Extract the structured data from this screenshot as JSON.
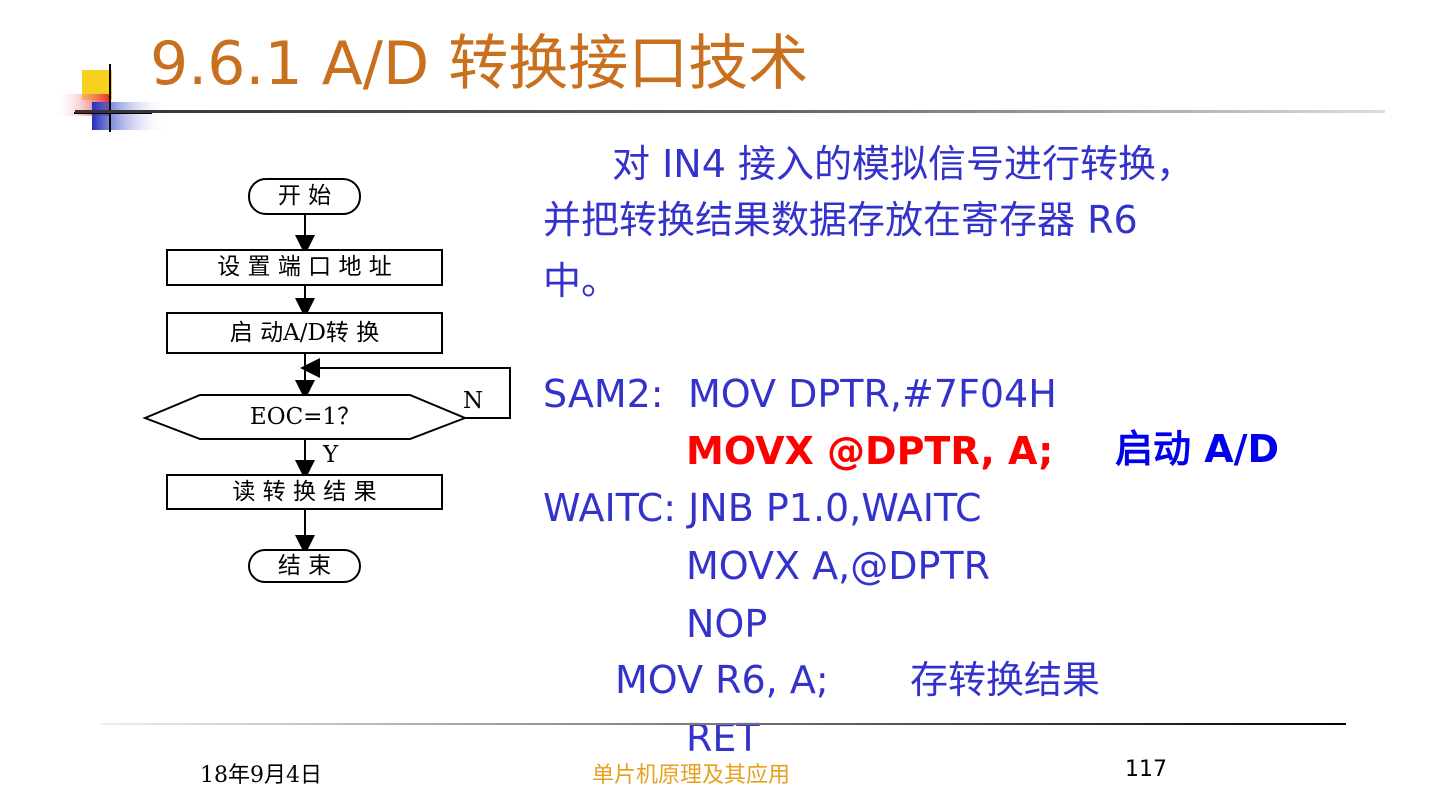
{
  "slide": {
    "title": "9.6.1  A/D 转换接口技术",
    "colors": {
      "title": "#c8701e",
      "body": "#3333cc",
      "highlight_red": "#ff0000",
      "highlight_blue": "#0000ee",
      "footer_center": "#e8a020"
    }
  },
  "flowchart": {
    "start": "开 始",
    "step1": "设 置 端 口 地 址",
    "step2": "启 动A/D转 换",
    "decision": "EOC=1？",
    "no_label": "N",
    "yes_label": "Y",
    "step3": "读 转 换 结 果",
    "end": "结 束"
  },
  "description": {
    "line1": "对 IN4 接入的模拟信号进行转换，",
    "line2": "并把转换结果数据存放在寄存器 R6",
    "line3": "中。"
  },
  "code": {
    "l1_label": "SAM2:",
    "l1_instr": "MOV DPTR,#7F04H",
    "l2_instr": "MOVX @DPTR, A;",
    "l2_comment": "启动 A/D",
    "l3": "WAITC: JNB P1.0,WAITC",
    "l4": "MOVX A,@DPTR",
    "l5": "NOP",
    "l6_instr": "MOV R6, A;",
    "l6_comment": "存转换结果",
    "l7": "RET"
  },
  "footer": {
    "date": "18年9月4日",
    "center": "单片机原理及其应用",
    "page": "117"
  }
}
